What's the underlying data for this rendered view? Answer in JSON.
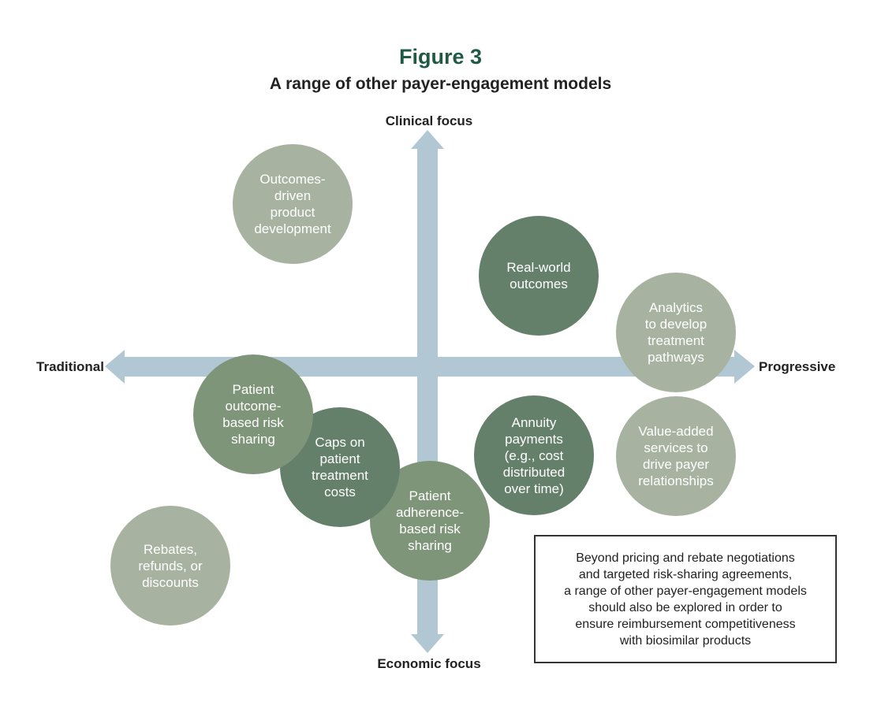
{
  "figure": {
    "label": "Figure 3",
    "title": "A range of other payer-engagement models"
  },
  "axes": {
    "top": "Clinical focus",
    "bottom": "Economic focus",
    "left": "Traditional",
    "right": "Progressive"
  },
  "bubbles": {
    "outcomes_driven": "Outcomes-\ndriven\nproduct\ndevelopment",
    "real_world": "Real-world\noutcomes",
    "analytics": "Analytics\nto develop\ntreatment\npathways",
    "patient_outcome": "Patient\noutcome-\nbased risk\nsharing",
    "caps": "Caps on\npatient\ntreatment\ncosts",
    "adherence": "Patient\nadherence-\nbased risk\nsharing",
    "annuity": "Annuity\npayments\n(e.g., cost\ndistributed\nover time)",
    "value_added": "Value-added\nservices to\ndrive payer\nrelationships",
    "rebates": "Rebates,\nrefunds, or\ndiscounts"
  },
  "note": "Beyond pricing and rebate negotiations\nand targeted risk-sharing agreements,\na range of other payer-engagement models\nshould also be explored in order to\nensure reimbursement competitiveness\nwith biosimilar products",
  "colors": {
    "axis_arrow": "#b1c8d4",
    "bubble_light": "#a7b3a0",
    "bubble_mid": "#7f9579",
    "bubble_dark": "#64806a",
    "figure_label": "#1f5a45"
  }
}
